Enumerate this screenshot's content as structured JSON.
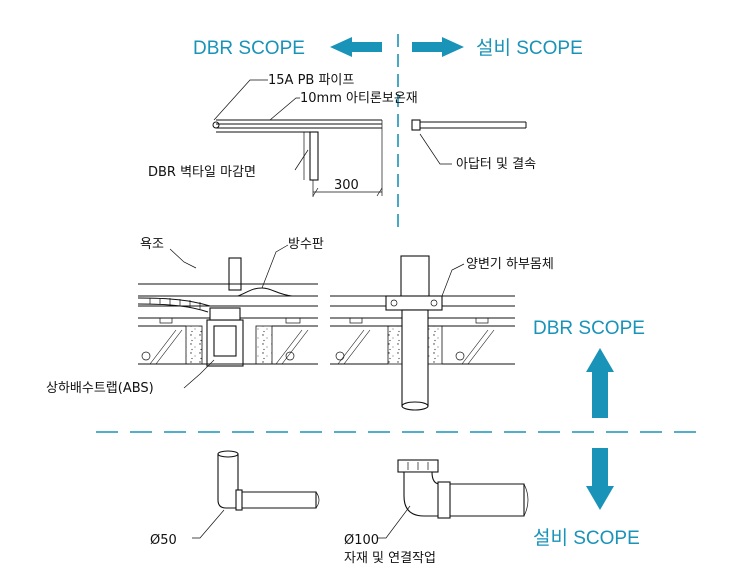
{
  "colors": {
    "accent": "#1a93b8",
    "line": "#111111"
  },
  "scope": {
    "top_left": "DBR SCOPE",
    "top_right": "설비 SCOPE",
    "right_upper": "DBR SCOPE",
    "right_lower": "설비 SCOPE"
  },
  "detail_top": {
    "pipe_label": "15A PB 파이프",
    "insulation_label": "10mm 아티론보온재",
    "wall_label": "DBR 벽타일 마감면",
    "dimension": "300",
    "adapter_label": "아답터 및 결속"
  },
  "detail_mid": {
    "bathtub_label": "욕조",
    "waterproof_label": "방수판",
    "trap_label": "상하배수트랩(ABS)",
    "toilet_label": "양변기 하부몸체"
  },
  "detail_bottom": {
    "pipe50_label": "Ø50",
    "pipe100_label": "Ø100",
    "work_label": "자재 및 연결작업"
  }
}
